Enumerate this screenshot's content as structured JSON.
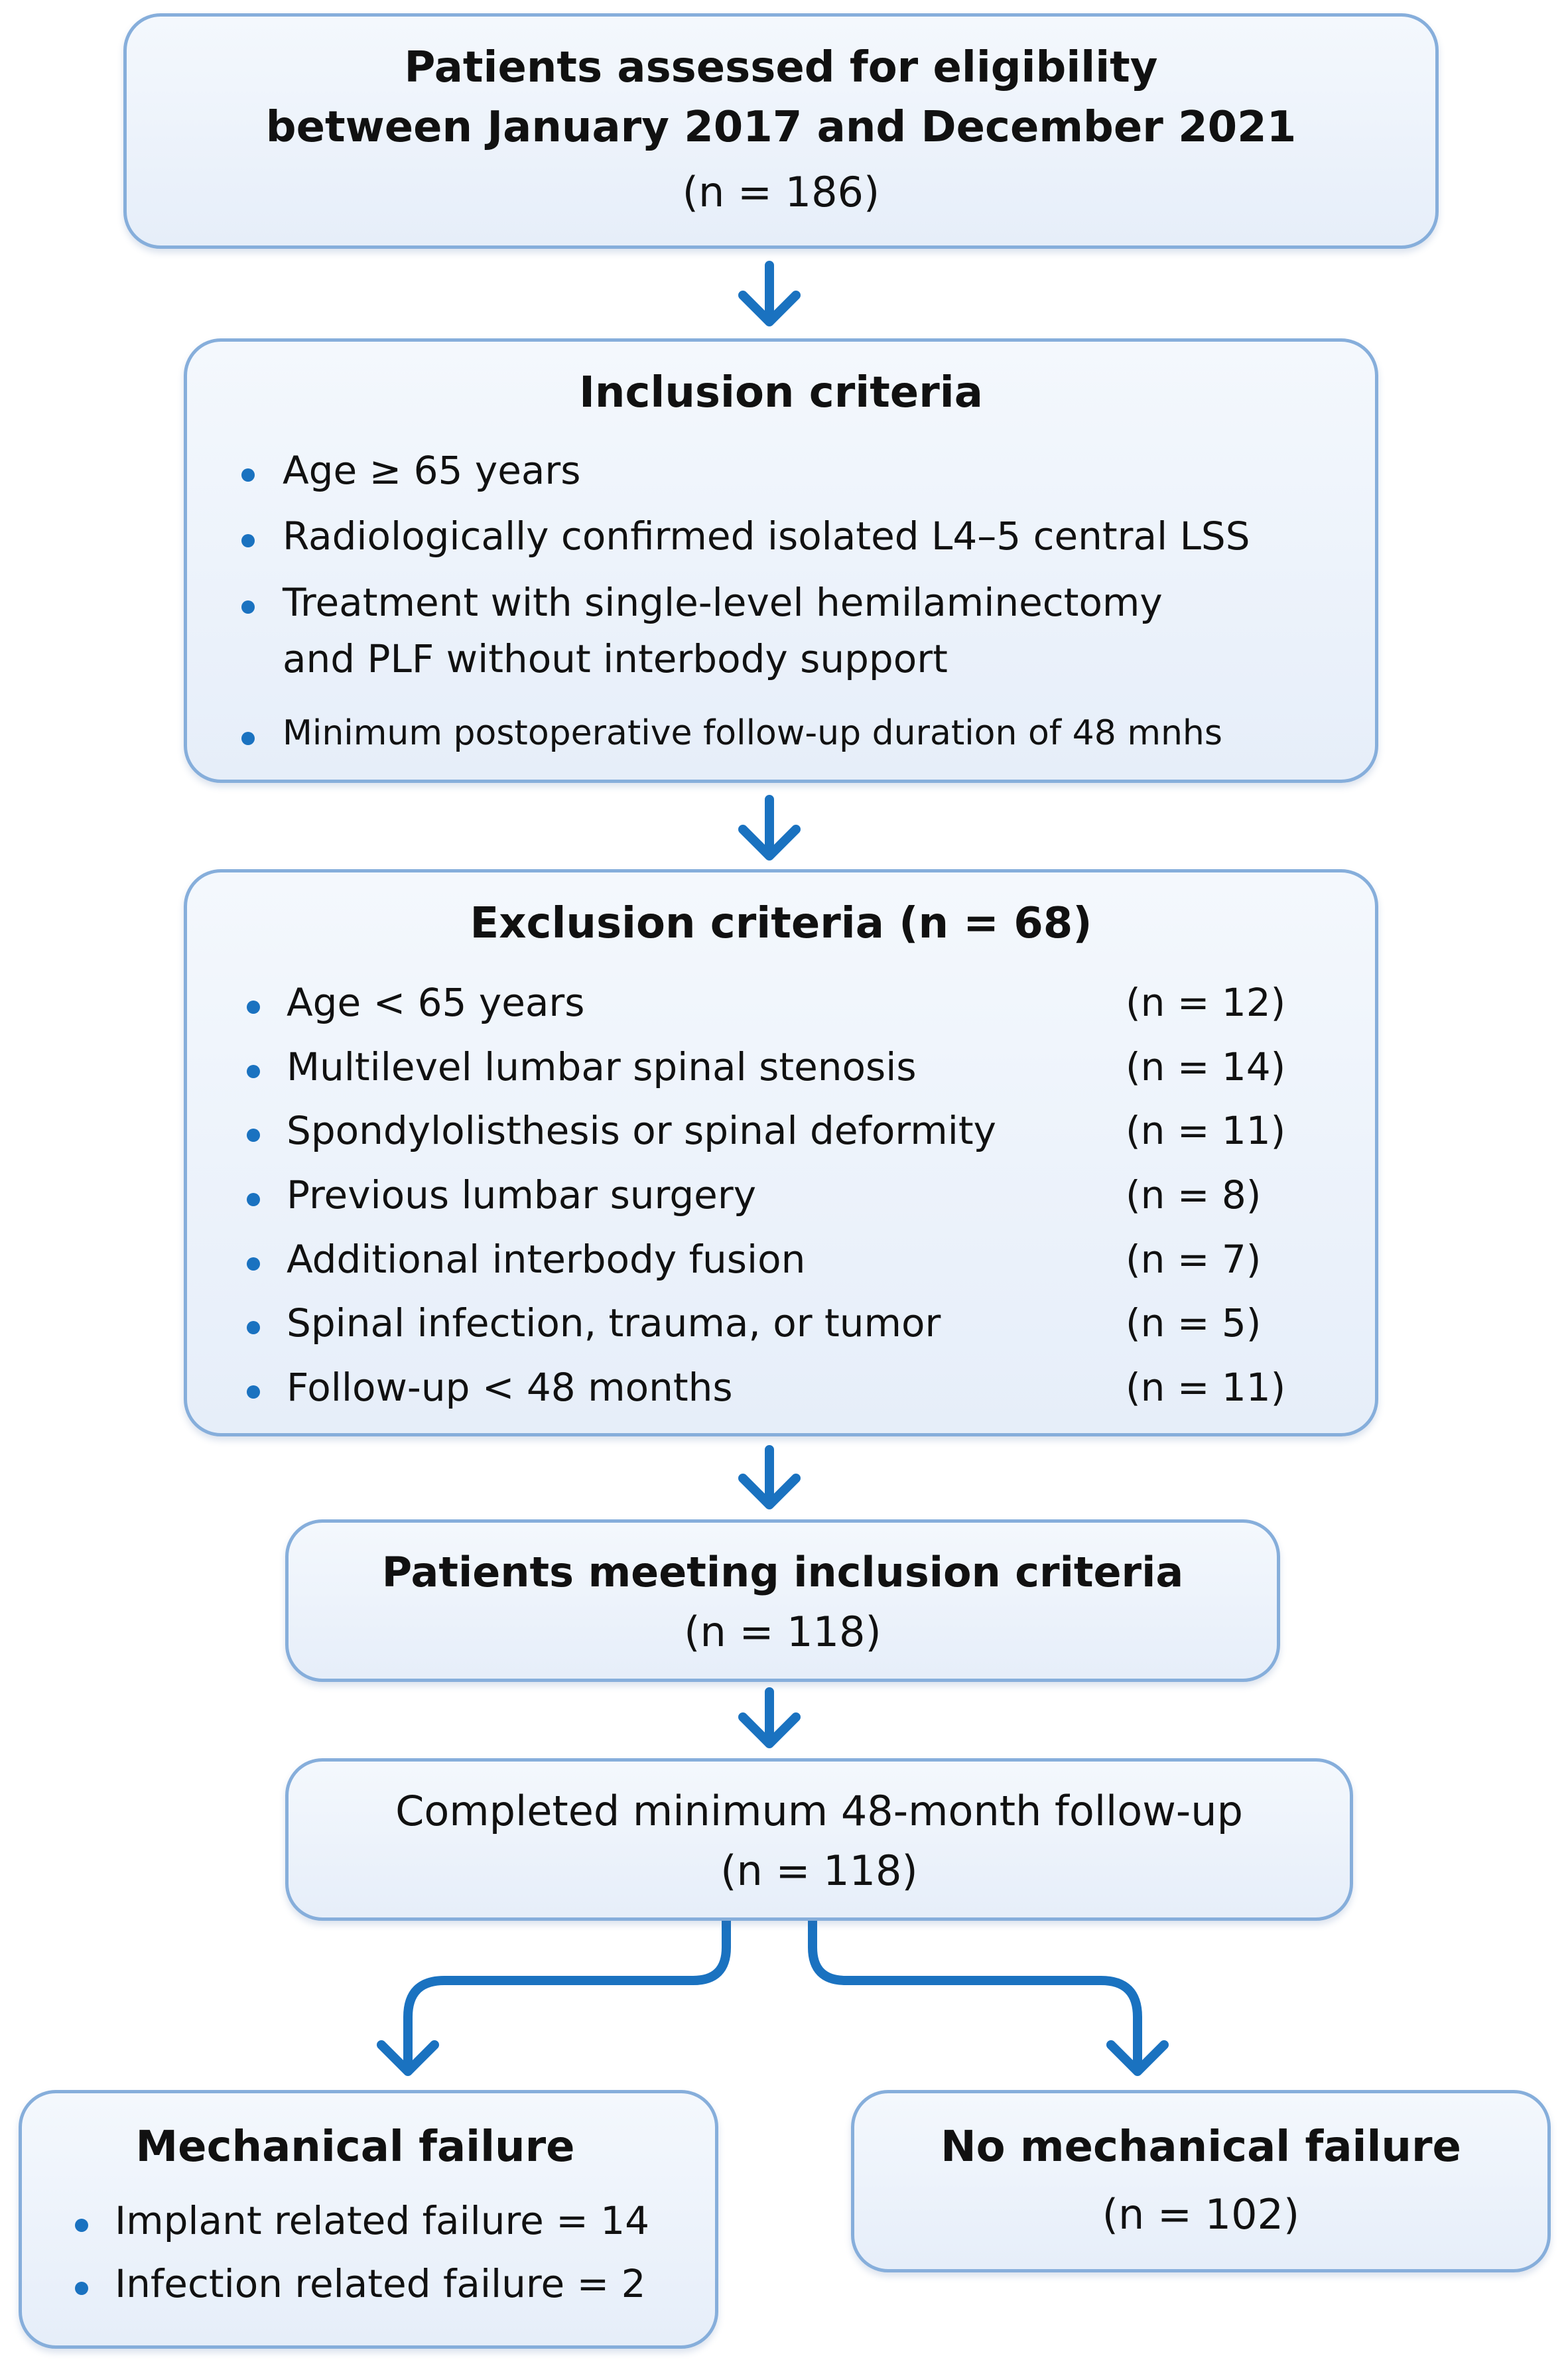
{
  "eligibility": {
    "line1": "Patients assessed for eligibility",
    "line2": "between January 2017 and December 2021",
    "count": "(n = 186)"
  },
  "inclusion": {
    "title": "Inclusion criteria",
    "items": [
      "Age ≥ 65 years",
      "Radiologically confirmed isolated L4–5 central LSS",
      "Treatment with single-level hemilaminectomy",
      "and PLF without interbody support",
      "Minimum postoperative follow-up duration of 48 mnhs"
    ]
  },
  "exclusion": {
    "title": "Exclusion criteria (n = 68)",
    "items": [
      {
        "label": "Age < 65 years",
        "count": "(n = 12)"
      },
      {
        "label": "Multilevel lumbar spinal stenosis",
        "count": "(n = 14)"
      },
      {
        "label": "Spondylolisthesis or spinal deformity",
        "count": "(n = 11)"
      },
      {
        "label": "Previous lumbar surgery",
        "count": "(n = 8)"
      },
      {
        "label": "Additional interbody fusion",
        "count": "(n = 7)"
      },
      {
        "label": "Spinal infection, trauma, or tumor",
        "count": "(n = 5)"
      },
      {
        "label": "Follow-up < 48 months",
        "count": "(n = 11)"
      }
    ]
  },
  "meeting": {
    "title": "Patients meeting inclusion criteria",
    "count": "(n = 118)"
  },
  "completed": {
    "title": "Completed minimum 48-month follow-up",
    "count": "(n = 118)"
  },
  "mechanical_failure": {
    "title": "Mechanical failure",
    "items": [
      "Implant related failure = 14",
      "Infection related failure = 2"
    ]
  },
  "no_mechanical_failure": {
    "title": "No mechanical failure",
    "count": "(n = 102)"
  },
  "colors": {
    "arrow": "#1a72c0",
    "box_border": "#86aedb",
    "box_fill": "#eaf1fa"
  }
}
